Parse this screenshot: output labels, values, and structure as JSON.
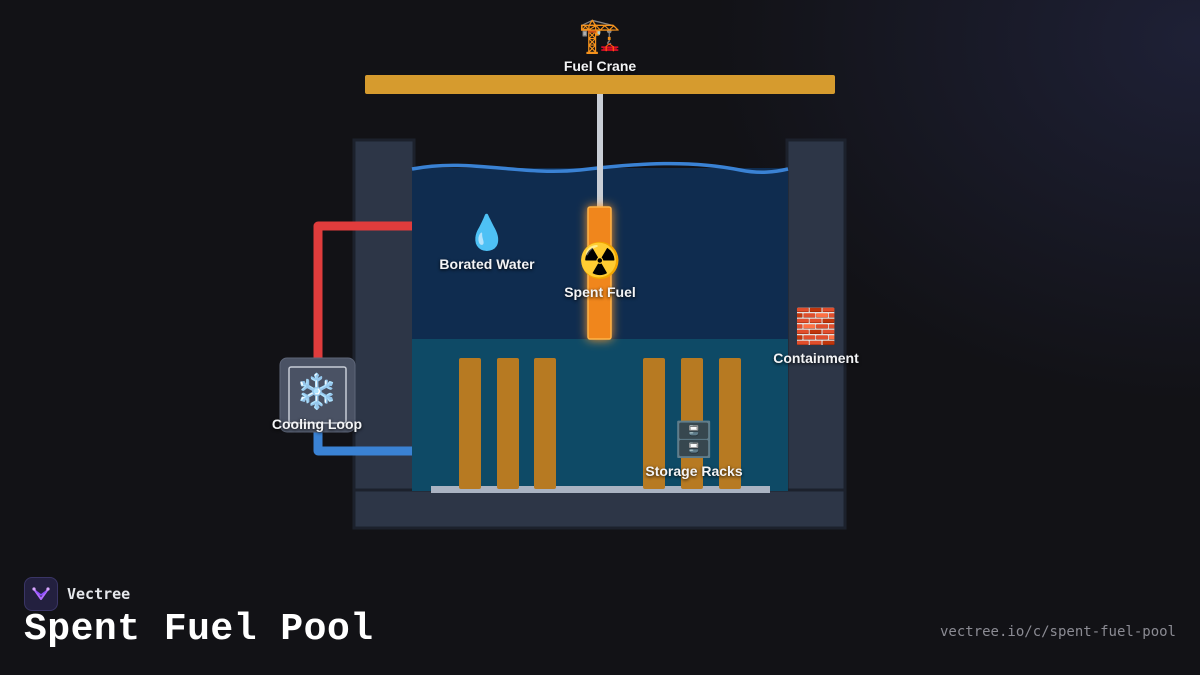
{
  "diagram": {
    "labels": {
      "fuel_crane": "Fuel Crane",
      "borated_water": "Borated Water",
      "spent_fuel": "Spent Fuel",
      "containment": "Containment",
      "cooling_loop": "Cooling Loop",
      "storage_racks": "Storage Racks"
    },
    "icons": {
      "fuel_crane": "crane-icon",
      "borated_water": "water-drop-icon",
      "spent_fuel": "radioactive-icon",
      "containment": "brick-wall-icon",
      "cooling_loop": "snowflake-icon",
      "storage_racks": "file-cabinet-icon"
    },
    "colors": {
      "crane_beam": "#d69b2e",
      "pool_water": "#0f2c4f",
      "rack_water": "#0e4a66",
      "fuel_rods": "#b77a22",
      "spent_fuel_glow": "#f0861a",
      "hot_pipe": "#e03c3c",
      "cold_pipe": "#3a82d4",
      "concrete": "#2d3647"
    }
  },
  "brand": {
    "name": "Vectree"
  },
  "page": {
    "title": "Spent Fuel Pool",
    "url": "vectree.io/c/spent-fuel-pool"
  }
}
